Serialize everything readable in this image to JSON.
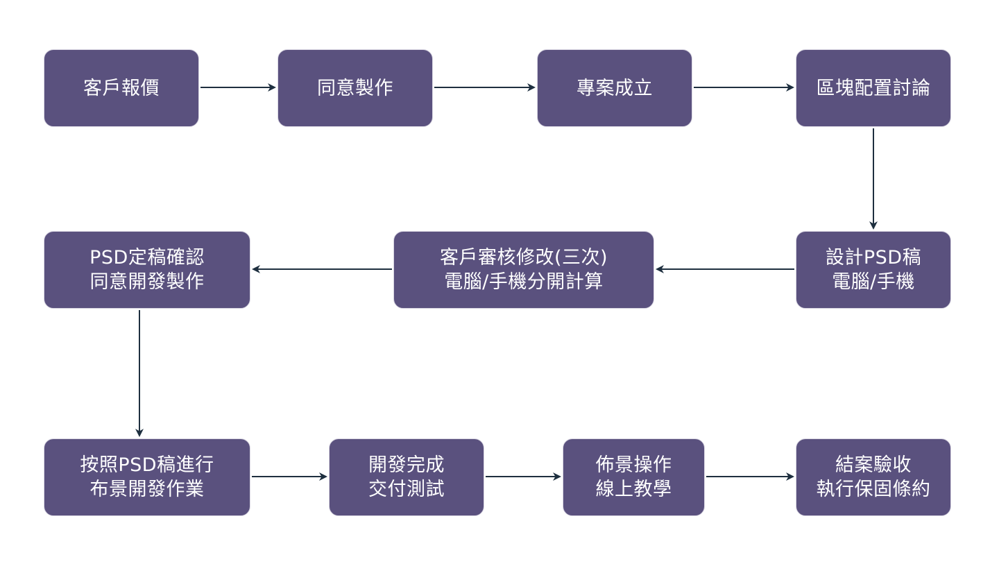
{
  "diagram": {
    "type": "flowchart",
    "colors": {
      "node_fill": "#5a517e",
      "node_border": "#d9d6e2",
      "node_text": "#ffffff",
      "edge": "#1e2f3f",
      "background": "#ffffff"
    },
    "nodes": [
      {
        "id": "n1",
        "lines": [
          "客戶報價"
        ]
      },
      {
        "id": "n2",
        "lines": [
          "同意製作"
        ]
      },
      {
        "id": "n3",
        "lines": [
          "專案成立"
        ]
      },
      {
        "id": "n4",
        "lines": [
          "區塊配置討論"
        ]
      },
      {
        "id": "n5",
        "lines": [
          "PSD定稿確認",
          "同意開發製作"
        ]
      },
      {
        "id": "n6",
        "lines": [
          "客戶審核修改(三次)",
          "電腦/手機分開計算"
        ]
      },
      {
        "id": "n7",
        "lines": [
          "設計PSD稿",
          "電腦/手機"
        ]
      },
      {
        "id": "n8",
        "lines": [
          "按照PSD稿進行",
          "布景開發作業"
        ]
      },
      {
        "id": "n9",
        "lines": [
          "開發完成",
          "交付測試"
        ]
      },
      {
        "id": "n10",
        "lines": [
          "佈景操作",
          "線上教學"
        ]
      },
      {
        "id": "n11",
        "lines": [
          "結案驗收",
          "執行保固條約"
        ]
      }
    ],
    "edges": [
      {
        "from": "n1",
        "to": "n2"
      },
      {
        "from": "n2",
        "to": "n3"
      },
      {
        "from": "n3",
        "to": "n4"
      },
      {
        "from": "n4",
        "to": "n7"
      },
      {
        "from": "n7",
        "to": "n6"
      },
      {
        "from": "n6",
        "to": "n5"
      },
      {
        "from": "n5",
        "to": "n8"
      },
      {
        "from": "n8",
        "to": "n9"
      },
      {
        "from": "n9",
        "to": "n10"
      },
      {
        "from": "n10",
        "to": "n11"
      }
    ]
  }
}
